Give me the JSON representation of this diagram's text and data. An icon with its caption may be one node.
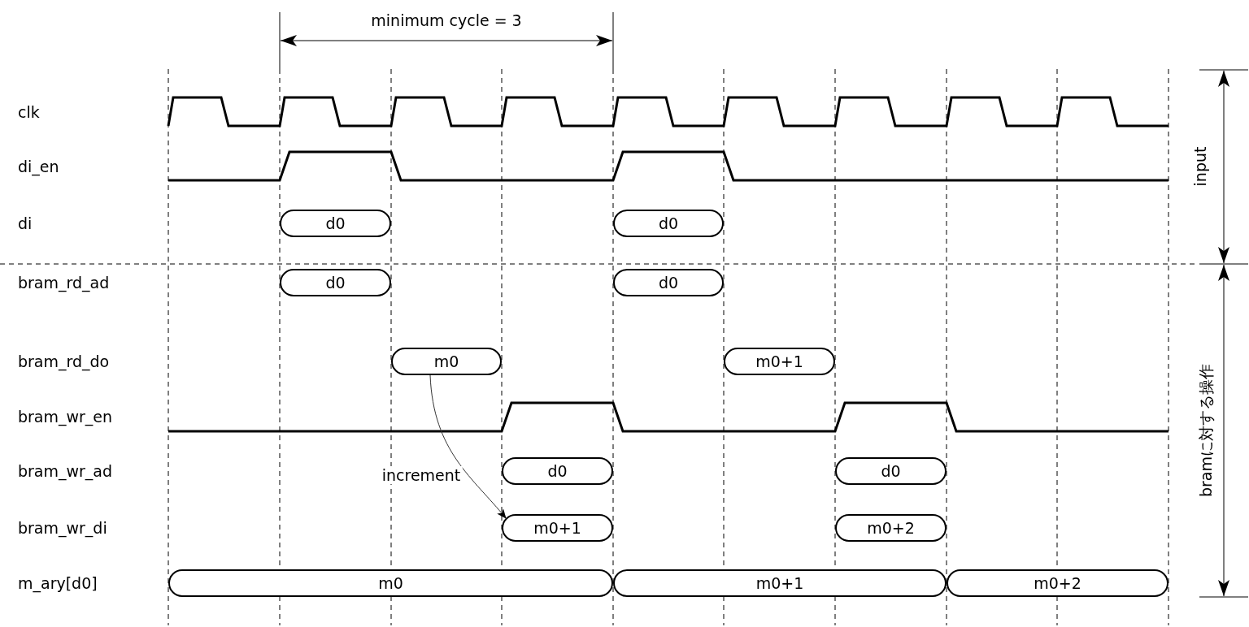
{
  "diagram": {
    "nodes": [
      {
        "text": [
          "d0"
        ]
      },
      {
        "text": [
          "d0"
        ]
      },
      {
        "text": [
          "d0"
        ]
      },
      {
        "text": [
          "d0"
        ]
      },
      {
        "text": [
          "m0"
        ]
      },
      {
        "text": [
          "m0+1"
        ]
      },
      {
        "text": [
          "d0"
        ]
      },
      {
        "text": [
          "d0"
        ]
      },
      {
        "text": [
          "m0+1"
        ]
      },
      {
        "text": [
          "m0+2"
        ]
      },
      {
        "text": [
          "m0"
        ]
      },
      {
        "text": [
          "m0+1"
        ]
      },
      {
        "text": [
          "m0+2"
        ]
      }
    ],
    "edges": [
      {
        "from": 4,
        "to": 8,
        "arrow": "to",
        "label": "increment"
      }
    ],
    "labels": [
      "minimum cycle = 3",
      "clk",
      "di_en",
      "di",
      "bram_rd_ad",
      "bram_rd_do",
      "bram_wr_en",
      "bram_wr_ad",
      "bram_wr_di",
      "m_ary[d0]",
      "input",
      "bramに対する操作"
    ]
  }
}
